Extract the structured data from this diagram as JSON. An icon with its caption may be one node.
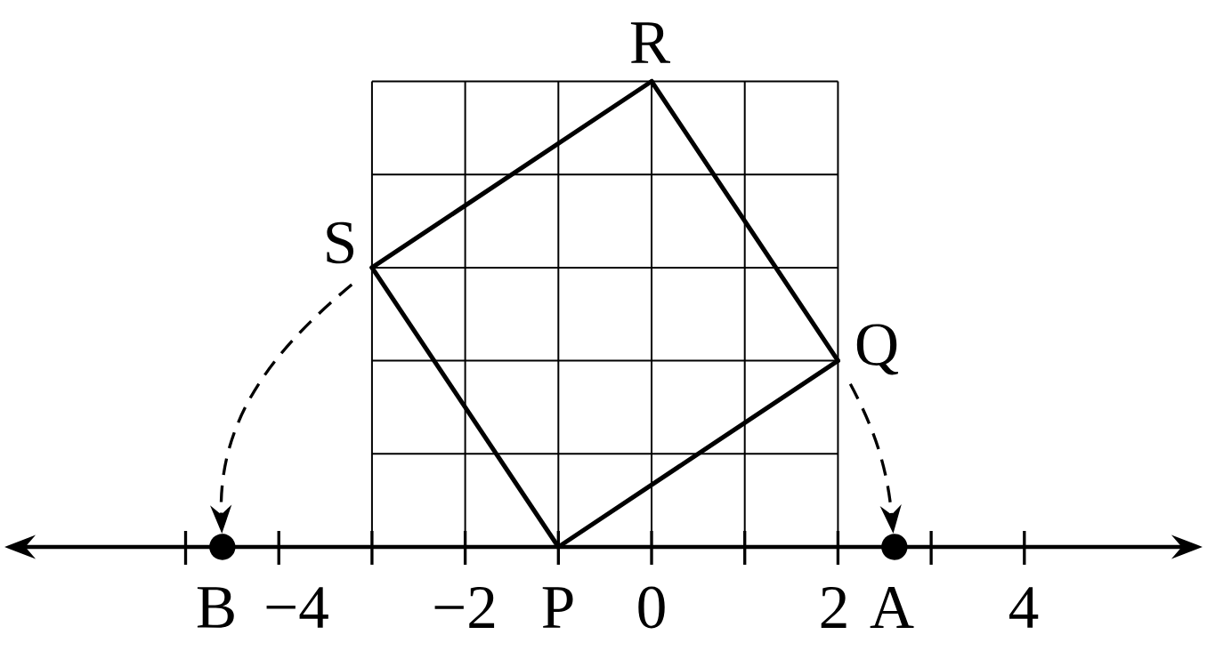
{
  "diagram": {
    "nodes": [
      {
        "text": [
          "P"
        ]
      },
      {
        "text": [
          "Q"
        ]
      },
      {
        "text": [
          "R"
        ]
      },
      {
        "text": [
          "S"
        ]
      },
      {
        "text": [
          "A"
        ]
      },
      {
        "text": [
          "B"
        ]
      }
    ],
    "edges": [
      {
        "from": 0,
        "to": 1,
        "arrow": "none"
      },
      {
        "from": 1,
        "to": 2,
        "arrow": "none"
      },
      {
        "from": 2,
        "to": 3,
        "arrow": "none"
      },
      {
        "from": 3,
        "to": 0,
        "arrow": "none"
      },
      {
        "from": 3,
        "to": 5,
        "arrow": "to",
        "style": "dashed"
      },
      {
        "from": 1,
        "to": 4,
        "arrow": "to",
        "style": "dashed"
      }
    ],
    "labels": [
      "−4",
      "−2",
      "0",
      "2",
      "4"
    ]
  }
}
